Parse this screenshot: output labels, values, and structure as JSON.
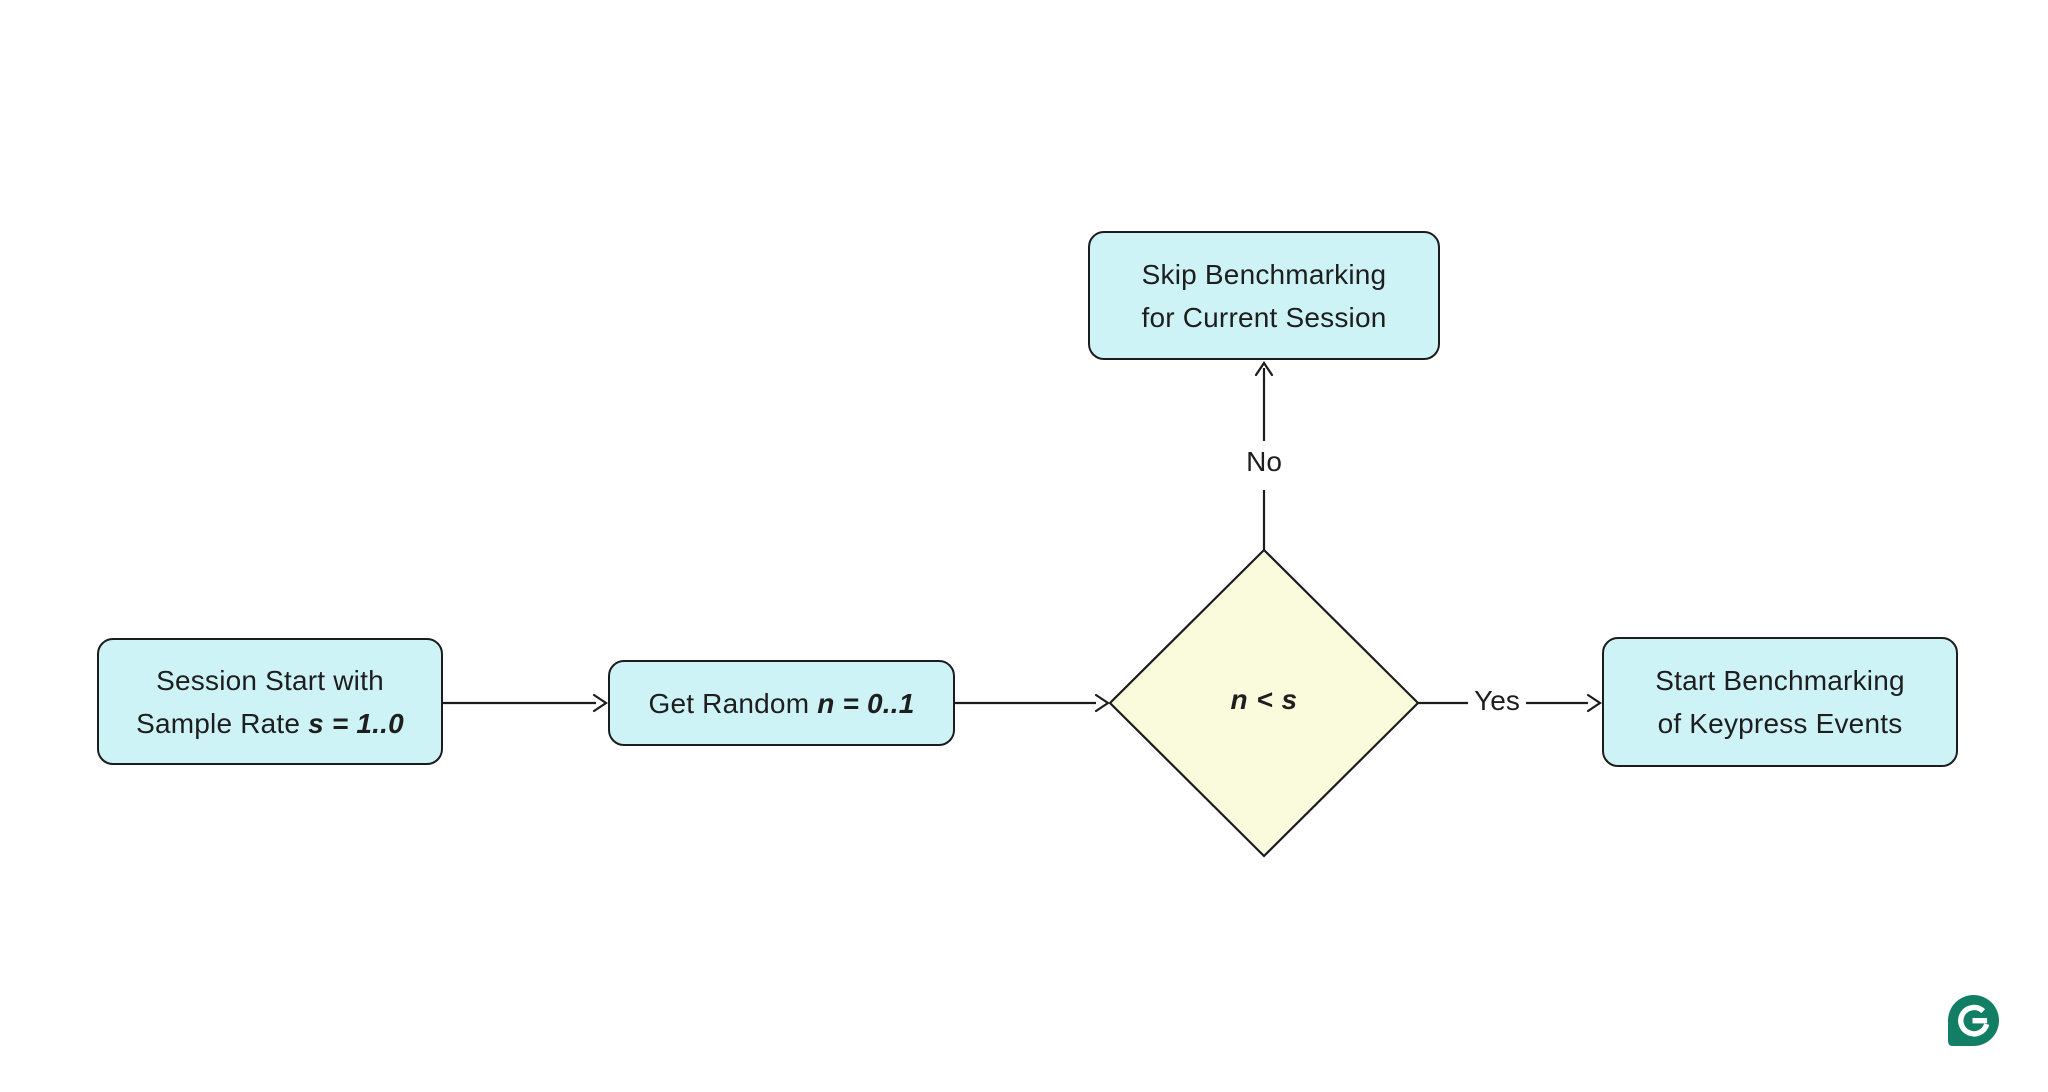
{
  "diagram": {
    "type": "flowchart",
    "colors": {
      "background": "#ffffff",
      "node_fill": "#cef3f6",
      "decision_fill": "#fafbdd",
      "stroke": "#1c1c1c",
      "text": "#1e1e1e",
      "logo_green": "#127f65"
    },
    "nodes": {
      "session_start": {
        "line1": "Session Start with",
        "line2_prefix": "Sample Rate ",
        "line2_formula": "s = 1..0"
      },
      "get_random": {
        "prefix": "Get Random ",
        "formula": "n = 0..1"
      },
      "decision": {
        "formula": "n < s"
      },
      "skip_benchmarking": {
        "line1": "Skip Benchmarking",
        "line2": "for Current Session"
      },
      "start_benchmarking": {
        "line1": "Start Benchmarking",
        "line2": "of Keypress Events"
      }
    },
    "edge_labels": {
      "yes": "Yes",
      "no": "No"
    },
    "logo": {
      "name": "grammarly-logo"
    }
  }
}
